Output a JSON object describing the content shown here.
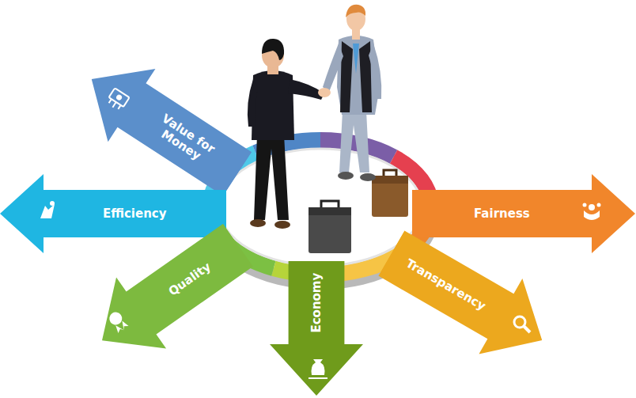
{
  "diagram": {
    "nodes": [
      {
        "text": [
          "Value for Money"
        ]
      },
      {
        "text": [
          "Efficiency"
        ]
      },
      {
        "text": [
          "Fairness"
        ]
      },
      {
        "text": [
          "Quality"
        ]
      },
      {
        "text": [
          "Transparency"
        ]
      },
      {
        "text": [
          "Economy"
        ]
      }
    ]
  }
}
